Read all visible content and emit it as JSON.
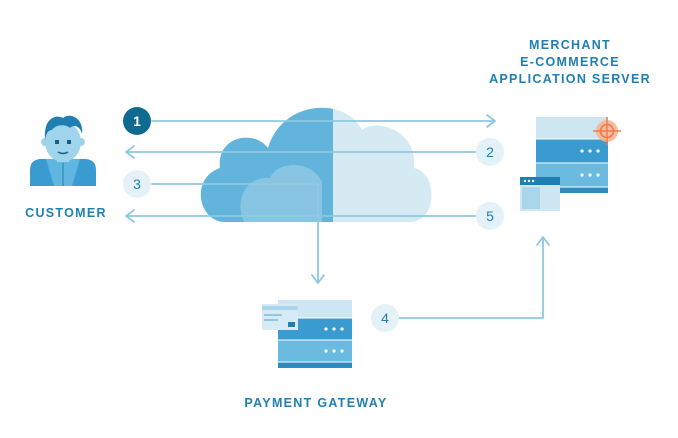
{
  "labels": {
    "merchant_line1": "MERCHANT",
    "merchant_line2": "E-COMMERCE",
    "merchant_line3": "APPLICATION SERVER",
    "customer": "CUSTOMER",
    "gateway": "PAYMENT GATEWAY"
  },
  "steps": [
    "1",
    "2",
    "3",
    "4",
    "5"
  ],
  "colors": {
    "primary": "#1f7fb3",
    "dark_step": "#0f6a92",
    "light_step": "#e4f1f8",
    "arrow": "#93cbe3",
    "cloud_left": "#5fb3db",
    "cloud_right": "#d2e8f2",
    "target": "#f07a4a"
  },
  "icons": [
    "customer-avatar-icon",
    "cloud-icon",
    "merchant-server-icon",
    "browser-window-icon",
    "target-icon",
    "payment-gateway-server-icon",
    "credit-card-icon"
  ]
}
